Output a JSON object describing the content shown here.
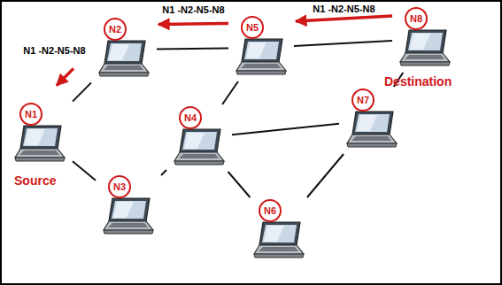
{
  "diagram": {
    "nodes": [
      {
        "text": [
          "N1"
        ]
      },
      {
        "text": [
          "N2"
        ]
      },
      {
        "text": [
          "N3"
        ]
      },
      {
        "text": [
          "N4"
        ]
      },
      {
        "text": [
          "N5"
        ]
      },
      {
        "text": [
          "N6"
        ]
      },
      {
        "text": [
          "N7"
        ]
      },
      {
        "text": [
          "N8"
        ]
      }
    ],
    "edges": [
      {
        "from": 0,
        "to": 1,
        "arrow": "none"
      },
      {
        "from": 1,
        "to": 4,
        "arrow": "none"
      },
      {
        "from": 4,
        "to": 7,
        "arrow": "none"
      },
      {
        "from": 0,
        "to": 2,
        "arrow": "none"
      },
      {
        "from": 2,
        "to": 3,
        "arrow": "none"
      },
      {
        "from": 3,
        "to": 4,
        "arrow": "none"
      },
      {
        "from": 3,
        "to": 6,
        "arrow": "none"
      },
      {
        "from": 3,
        "to": 5,
        "arrow": "none"
      },
      {
        "from": 5,
        "to": 6,
        "arrow": "none"
      },
      {
        "from": 6,
        "to": 7,
        "arrow": "none"
      },
      {
        "from": 7,
        "to": 4,
        "label": "N1 -N2-N5-N8",
        "arrow": "to"
      },
      {
        "from": 4,
        "to": 1,
        "label": "N1 -N2-N5-N8",
        "arrow": "to"
      },
      {
        "from": 1,
        "to": 0,
        "label": "N1 -N2-N5-N8",
        "arrow": "to"
      }
    ],
    "labels": [
      "Source",
      "Destination"
    ]
  }
}
